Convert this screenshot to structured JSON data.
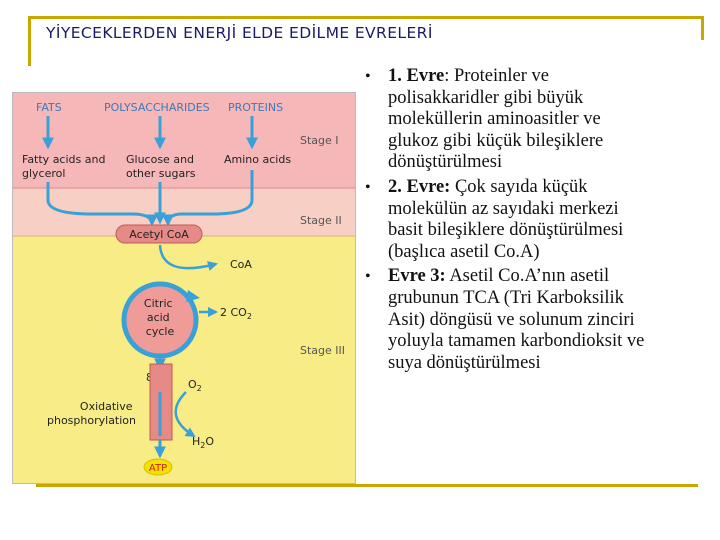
{
  "title": "YİYECEKLERDEN ENERJİ ELDE EDİLME EVRELERİ",
  "diagram": {
    "sources": [
      "FATS",
      "POLYSACCHARIDES",
      "PROTEINS"
    ],
    "units": [
      [
        "Fatty acids and",
        "glycerol"
      ],
      [
        "Glucose and",
        "other sugars"
      ],
      [
        "Amino acids"
      ]
    ],
    "stages": [
      "Stage I",
      "Stage II",
      "Stage III"
    ],
    "acetyl": "Acetyl CoA",
    "coa": "CoA",
    "cycle": [
      "Citric",
      "acid",
      "cycle"
    ],
    "co2_num": "2 CO",
    "co2_sub": "2",
    "electrons_num": "8 e",
    "electrons_sup": "−",
    "o2_main": "O",
    "o2_sub": "2",
    "oxphos": [
      "Oxidative",
      "phosphorylation"
    ],
    "h2o_main": "H",
    "h2o_sub": "2",
    "h2o_end": "O",
    "atp": "ATP",
    "colors": {
      "stage1": "#f6b7b8",
      "stage2": "#f7cfc4",
      "stage3": "#f7ec86",
      "arrow": "#3aa0d8",
      "label": "#3e78b8"
    }
  },
  "bullets": [
    {
      "lead": "1. Evre",
      "lead_rest": ": Proteinler ve",
      "lines": [
        "polisakkaridler gibi büyük",
        "moleküllerin aminoasitler ve",
        "glukoz gibi küçük bileşiklere",
        "dönüştürülmesi"
      ]
    },
    {
      "lead": "2. Evre:",
      "lead_rest": " Çok sayıda küçük",
      "lines": [
        "molekülün az sayıdaki merkezi",
        "basit bileşiklere dönüştürülmesi",
        "(başlıca asetil Co.A)"
      ]
    },
    {
      "lead": "Evre 3:",
      "lead_rest": " Asetil Co.A’nın asetil",
      "lines": [
        "grubunun TCA (Tri Karboksilik",
        "Asit) döngüsü ve solunum zinciri",
        "yoluyla tamamen karbondioksit ve",
        "suya  dönüştürülmesi"
      ]
    }
  ]
}
